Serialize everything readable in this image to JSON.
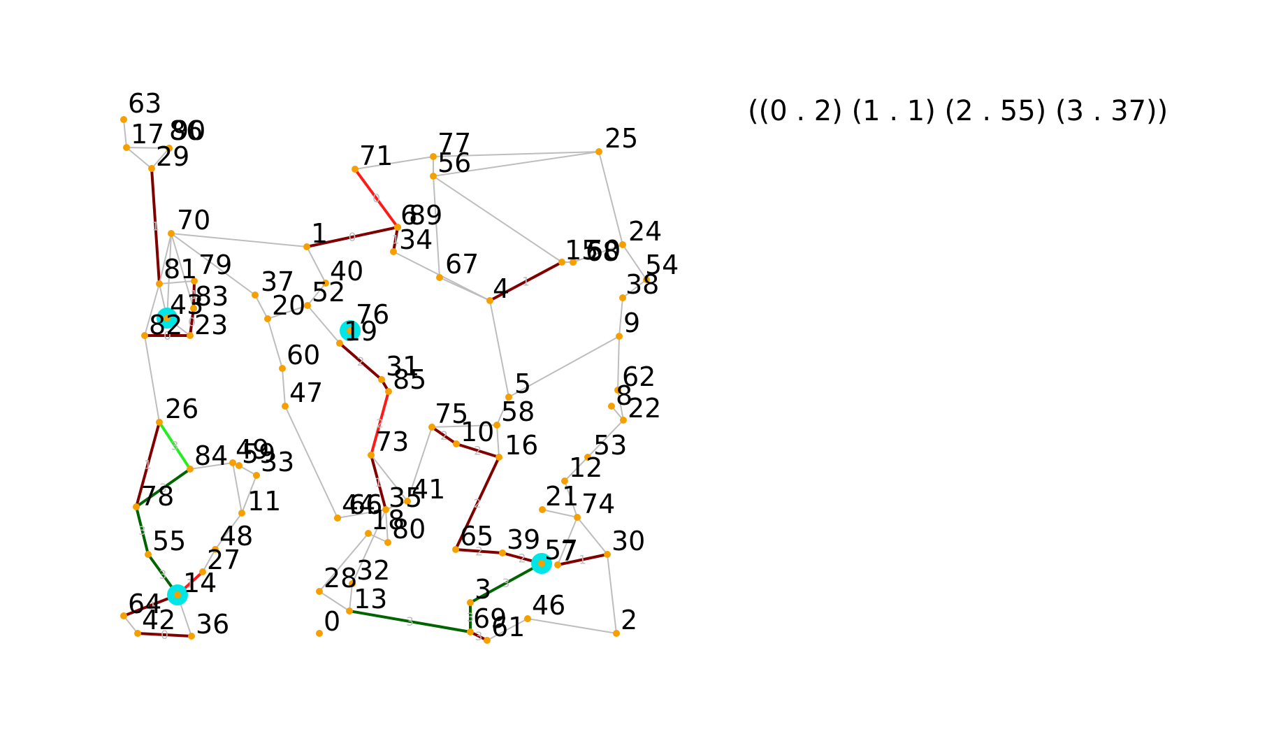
{
  "summary_text": "((0 . 2) (1 . 1) (2 . 55) (3 . 37))",
  "colors": {
    "edge_default": "#bdbdbd",
    "node": "#f5a000",
    "highlight": "#00e5e5",
    "class_0": "#ff1a1a",
    "class_1": "#800000",
    "class_2": "#8b0000",
    "class_3": "#006400",
    "class_bright": "#22ee22"
  },
  "nodes": [
    {
      "id": "63"
    },
    {
      "id": "17"
    },
    {
      "id": "29"
    },
    {
      "id": "86"
    },
    {
      "id": "90"
    },
    {
      "id": "70"
    },
    {
      "id": "81"
    },
    {
      "id": "79"
    },
    {
      "id": "83"
    },
    {
      "id": "43"
    },
    {
      "id": "82"
    },
    {
      "id": "23"
    },
    {
      "id": "26"
    },
    {
      "id": "84"
    },
    {
      "id": "49"
    },
    {
      "id": "59"
    },
    {
      "id": "33"
    },
    {
      "id": "78"
    },
    {
      "id": "11"
    },
    {
      "id": "55"
    },
    {
      "id": "48"
    },
    {
      "id": "27"
    },
    {
      "id": "14"
    },
    {
      "id": "64"
    },
    {
      "id": "42"
    },
    {
      "id": "36"
    },
    {
      "id": "71"
    },
    {
      "id": "77"
    },
    {
      "id": "56"
    },
    {
      "id": "25"
    },
    {
      "id": "6"
    },
    {
      "id": "89"
    },
    {
      "id": "34"
    },
    {
      "id": "1"
    },
    {
      "id": "40"
    },
    {
      "id": "37"
    },
    {
      "id": "52"
    },
    {
      "id": "20"
    },
    {
      "id": "76"
    },
    {
      "id": "19"
    },
    {
      "id": "60"
    },
    {
      "id": "47"
    },
    {
      "id": "31"
    },
    {
      "id": "85"
    },
    {
      "id": "73"
    },
    {
      "id": "44"
    },
    {
      "id": "66"
    },
    {
      "id": "35"
    },
    {
      "id": "41"
    },
    {
      "id": "18"
    },
    {
      "id": "80"
    },
    {
      "id": "28"
    },
    {
      "id": "32"
    },
    {
      "id": "13"
    },
    {
      "id": "0"
    },
    {
      "id": "67"
    },
    {
      "id": "4"
    },
    {
      "id": "15"
    },
    {
      "id": "50"
    },
    {
      "id": "68"
    },
    {
      "id": "24"
    },
    {
      "id": "54"
    },
    {
      "id": "38"
    },
    {
      "id": "9"
    },
    {
      "id": "5"
    },
    {
      "id": "62"
    },
    {
      "id": "8"
    },
    {
      "id": "22"
    },
    {
      "id": "58"
    },
    {
      "id": "75"
    },
    {
      "id": "10"
    },
    {
      "id": "16"
    },
    {
      "id": "53"
    },
    {
      "id": "12"
    },
    {
      "id": "21"
    },
    {
      "id": "74"
    },
    {
      "id": "65"
    },
    {
      "id": "39"
    },
    {
      "id": "57"
    },
    {
      "id": "7"
    },
    {
      "id": "30"
    },
    {
      "id": "3"
    },
    {
      "id": "69"
    },
    {
      "id": "61"
    },
    {
      "id": "46"
    },
    {
      "id": "2"
    }
  ],
  "highlighted_nodes": [
    "43",
    "76",
    "14",
    "57"
  ],
  "edges": [
    {
      "a": "63",
      "b": "17",
      "cls": "d",
      "label": ""
    },
    {
      "a": "17",
      "b": "29",
      "cls": "d",
      "label": ""
    },
    {
      "a": "17",
      "b": "90",
      "cls": "d",
      "label": ""
    },
    {
      "a": "29",
      "b": "90",
      "cls": "d",
      "label": ""
    },
    {
      "a": "29",
      "b": "81",
      "cls": "1",
      "label": "1"
    },
    {
      "a": "70",
      "b": "1",
      "cls": "d",
      "label": ""
    },
    {
      "a": "70",
      "b": "81",
      "cls": "d",
      "label": ""
    },
    {
      "a": "70",
      "b": "43",
      "cls": "d",
      "label": ""
    },
    {
      "a": "70",
      "b": "83",
      "cls": "d",
      "label": ""
    },
    {
      "a": "70",
      "b": "37",
      "cls": "d",
      "label": ""
    },
    {
      "a": "81",
      "b": "82",
      "cls": "d",
      "label": ""
    },
    {
      "a": "81",
      "b": "43",
      "cls": "d",
      "label": ""
    },
    {
      "a": "81",
      "b": "79",
      "cls": "d",
      "label": ""
    },
    {
      "a": "79",
      "b": "83",
      "cls": "1",
      "label": "1"
    },
    {
      "a": "83",
      "b": "23",
      "cls": "1",
      "label": "0"
    },
    {
      "a": "43",
      "b": "23",
      "cls": "d",
      "label": ""
    },
    {
      "a": "82",
      "b": "23",
      "cls": "1",
      "label": "0"
    },
    {
      "a": "82",
      "b": "26",
      "cls": "d",
      "label": ""
    },
    {
      "a": "26",
      "b": "84",
      "cls": "b",
      "label": "3"
    },
    {
      "a": "26",
      "b": "78",
      "cls": "1",
      "label": "1"
    },
    {
      "a": "84",
      "b": "78",
      "cls": "3",
      "label": "3"
    },
    {
      "a": "84",
      "b": "49",
      "cls": "d",
      "label": ""
    },
    {
      "a": "49",
      "b": "59",
      "cls": "d",
      "label": ""
    },
    {
      "a": "59",
      "b": "33",
      "cls": "d",
      "label": ""
    },
    {
      "a": "49",
      "b": "11",
      "cls": "d",
      "label": ""
    },
    {
      "a": "33",
      "b": "11",
      "cls": "d",
      "label": ""
    },
    {
      "a": "11",
      "b": "48",
      "cls": "d",
      "label": ""
    },
    {
      "a": "78",
      "b": "55",
      "cls": "3",
      "label": "3"
    },
    {
      "a": "55",
      "b": "14",
      "cls": "3",
      "label": "3"
    },
    {
      "a": "48",
      "b": "27",
      "cls": "d",
      "label": ""
    },
    {
      "a": "27",
      "b": "14",
      "cls": "0",
      "label": "1"
    },
    {
      "a": "14",
      "b": "64",
      "cls": "1",
      "label": "0"
    },
    {
      "a": "64",
      "b": "42",
      "cls": "d",
      "label": ""
    },
    {
      "a": "42",
      "b": "36",
      "cls": "1",
      "label": "0"
    },
    {
      "a": "14",
      "b": "36",
      "cls": "d",
      "label": ""
    },
    {
      "a": "71",
      "b": "77",
      "cls": "d",
      "label": ""
    },
    {
      "a": "77",
      "b": "25",
      "cls": "d",
      "label": ""
    },
    {
      "a": "56",
      "b": "25",
      "cls": "d",
      "label": ""
    },
    {
      "a": "77",
      "b": "56",
      "cls": "d",
      "label": ""
    },
    {
      "a": "56",
      "b": "67",
      "cls": "d",
      "label": ""
    },
    {
      "a": "56",
      "b": "15",
      "cls": "d",
      "label": ""
    },
    {
      "a": "71",
      "b": "6",
      "cls": "0",
      "label": "0"
    },
    {
      "a": "1",
      "b": "6",
      "cls": "1",
      "label": "0"
    },
    {
      "a": "6",
      "b": "34",
      "cls": "1",
      "label": "1"
    },
    {
      "a": "34",
      "b": "4",
      "cls": "d",
      "label": ""
    },
    {
      "a": "1",
      "b": "40",
      "cls": "d",
      "label": ""
    },
    {
      "a": "37",
      "b": "20",
      "cls": "d",
      "label": ""
    },
    {
      "a": "20",
      "b": "60",
      "cls": "d",
      "label": ""
    },
    {
      "a": "60",
      "b": "47",
      "cls": "d",
      "label": ""
    },
    {
      "a": "52",
      "b": "40",
      "cls": "d",
      "label": ""
    },
    {
      "a": "52",
      "b": "20",
      "cls": "d",
      "label": ""
    },
    {
      "a": "52",
      "b": "19",
      "cls": "d",
      "label": ""
    },
    {
      "a": "19",
      "b": "31",
      "cls": "1",
      "label": "2"
    },
    {
      "a": "31",
      "b": "85",
      "cls": "1",
      "label": ""
    },
    {
      "a": "85",
      "b": "73",
      "cls": "0",
      "label": "2"
    },
    {
      "a": "73",
      "b": "35",
      "cls": "1",
      "label": "1"
    },
    {
      "a": "73",
      "b": "41",
      "cls": "d",
      "label": ""
    },
    {
      "a": "47",
      "b": "66",
      "cls": "d",
      "label": ""
    },
    {
      "a": "66",
      "b": "35",
      "cls": "d",
      "label": ""
    },
    {
      "a": "35",
      "b": "41",
      "cls": "d",
      "label": ""
    },
    {
      "a": "75",
      "b": "41",
      "cls": "d",
      "label": ""
    },
    {
      "a": "35",
      "b": "80",
      "cls": "d",
      "label": ""
    },
    {
      "a": "18",
      "b": "80",
      "cls": "d",
      "label": ""
    },
    {
      "a": "18",
      "b": "28",
      "cls": "d",
      "label": ""
    },
    {
      "a": "35",
      "b": "32",
      "cls": "d",
      "label": ""
    },
    {
      "a": "28",
      "b": "13",
      "cls": "d",
      "label": ""
    },
    {
      "a": "32",
      "b": "13",
      "cls": "d",
      "label": ""
    },
    {
      "a": "13",
      "b": "69",
      "cls": "3",
      "label": "3"
    },
    {
      "a": "67",
      "b": "4",
      "cls": "d",
      "label": ""
    },
    {
      "a": "4",
      "b": "15",
      "cls": "1",
      "label": "1"
    },
    {
      "a": "15",
      "b": "50",
      "cls": "d",
      "label": ""
    },
    {
      "a": "50",
      "b": "24",
      "cls": "d",
      "label": ""
    },
    {
      "a": "25",
      "b": "24",
      "cls": "d",
      "label": ""
    },
    {
      "a": "24",
      "b": "54",
      "cls": "d",
      "label": ""
    },
    {
      "a": "54",
      "b": "38",
      "cls": "d",
      "label": ""
    },
    {
      "a": "38",
      "b": "9",
      "cls": "d",
      "label": ""
    },
    {
      "a": "9",
      "b": "5",
      "cls": "d",
      "label": ""
    },
    {
      "a": "4",
      "b": "5",
      "cls": "d",
      "label": ""
    },
    {
      "a": "9",
      "b": "62",
      "cls": "d",
      "label": ""
    },
    {
      "a": "62",
      "b": "22",
      "cls": "d",
      "label": ""
    },
    {
      "a": "8",
      "b": "22",
      "cls": "d",
      "label": ""
    },
    {
      "a": "5",
      "b": "58",
      "cls": "d",
      "label": ""
    },
    {
      "a": "58",
      "b": "16",
      "cls": "d",
      "label": ""
    },
    {
      "a": "75",
      "b": "58",
      "cls": "d",
      "label": ""
    },
    {
      "a": "75",
      "b": "10",
      "cls": "1",
      "label": "2"
    },
    {
      "a": "10",
      "b": "16",
      "cls": "1",
      "label": "2"
    },
    {
      "a": "16",
      "b": "65",
      "cls": "1",
      "label": "2"
    },
    {
      "a": "22",
      "b": "53",
      "cls": "d",
      "label": ""
    },
    {
      "a": "53",
      "b": "12",
      "cls": "d",
      "label": ""
    },
    {
      "a": "12",
      "b": "74",
      "cls": "d",
      "label": ""
    },
    {
      "a": "21",
      "b": "74",
      "cls": "d",
      "label": ""
    },
    {
      "a": "74",
      "b": "30",
      "cls": "d",
      "label": ""
    },
    {
      "a": "74",
      "b": "7",
      "cls": "d",
      "label": ""
    },
    {
      "a": "65",
      "b": "39",
      "cls": "1",
      "label": "2"
    },
    {
      "a": "39",
      "b": "57",
      "cls": "1",
      "label": "2"
    },
    {
      "a": "7",
      "b": "30",
      "cls": "1",
      "label": "1"
    },
    {
      "a": "57",
      "b": "3",
      "cls": "3",
      "label": "3"
    },
    {
      "a": "3",
      "b": "69",
      "cls": "3",
      "label": "3"
    },
    {
      "a": "69",
      "b": "61",
      "cls": "1",
      "label": "3"
    },
    {
      "a": "61",
      "b": "46",
      "cls": "d",
      "label": ""
    },
    {
      "a": "46",
      "b": "2",
      "cls": "d",
      "label": ""
    },
    {
      "a": "30",
      "b": "2",
      "cls": "d",
      "label": ""
    }
  ]
}
